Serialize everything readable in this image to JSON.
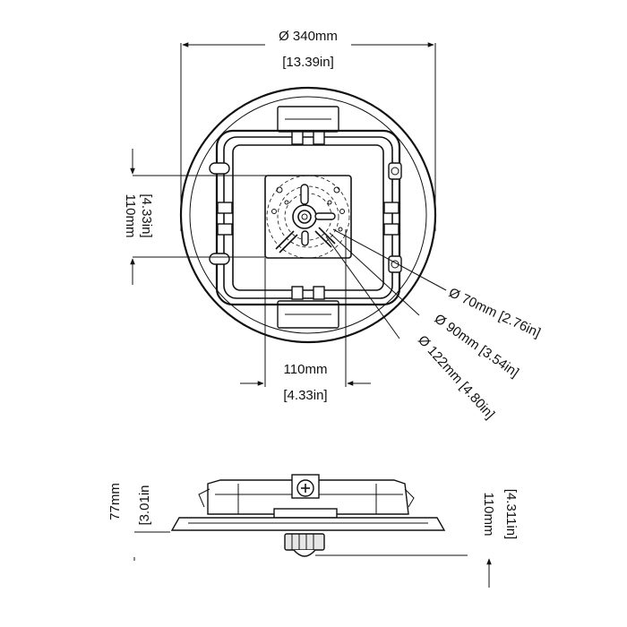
{
  "top_view": {
    "diameter_mm": "Ø 340mm",
    "diameter_in": "[13.39in]",
    "height_mm": "110mm",
    "height_in": "[4.33in]",
    "width_mm": "110mm",
    "width_in": "[4.33in]",
    "hole_70": "Ø 70mm [2.76in]",
    "hole_90": "Ø 90mm [3.54in]",
    "hole_122": "Ø 122mm [4.80in]"
  },
  "side_view": {
    "height_mm": "77mm",
    "height_in": "[3.01in",
    "total_mm": "110mm",
    "total_in": "[4.311in]"
  }
}
